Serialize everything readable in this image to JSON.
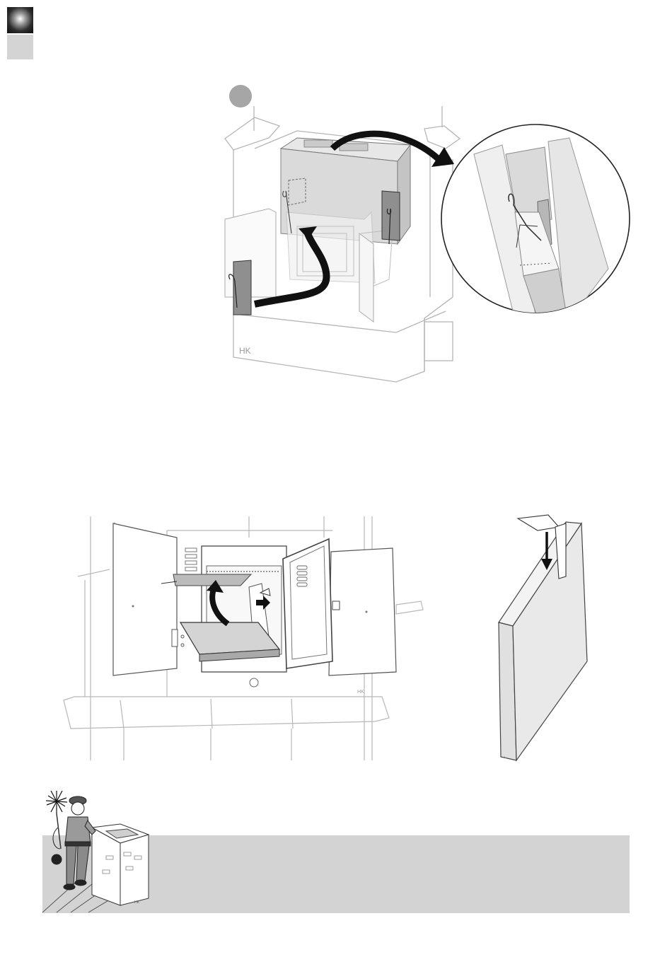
{
  "page": {
    "corner_tab_colors": {
      "dark": "#111111",
      "light": "#d4d4d4"
    },
    "step_marker_color": "#a6a6a6",
    "tip_panel_color": "#d3d3d3",
    "signature_top": "HK",
    "signature_bottom": "HK",
    "signature_tip": "HK"
  }
}
